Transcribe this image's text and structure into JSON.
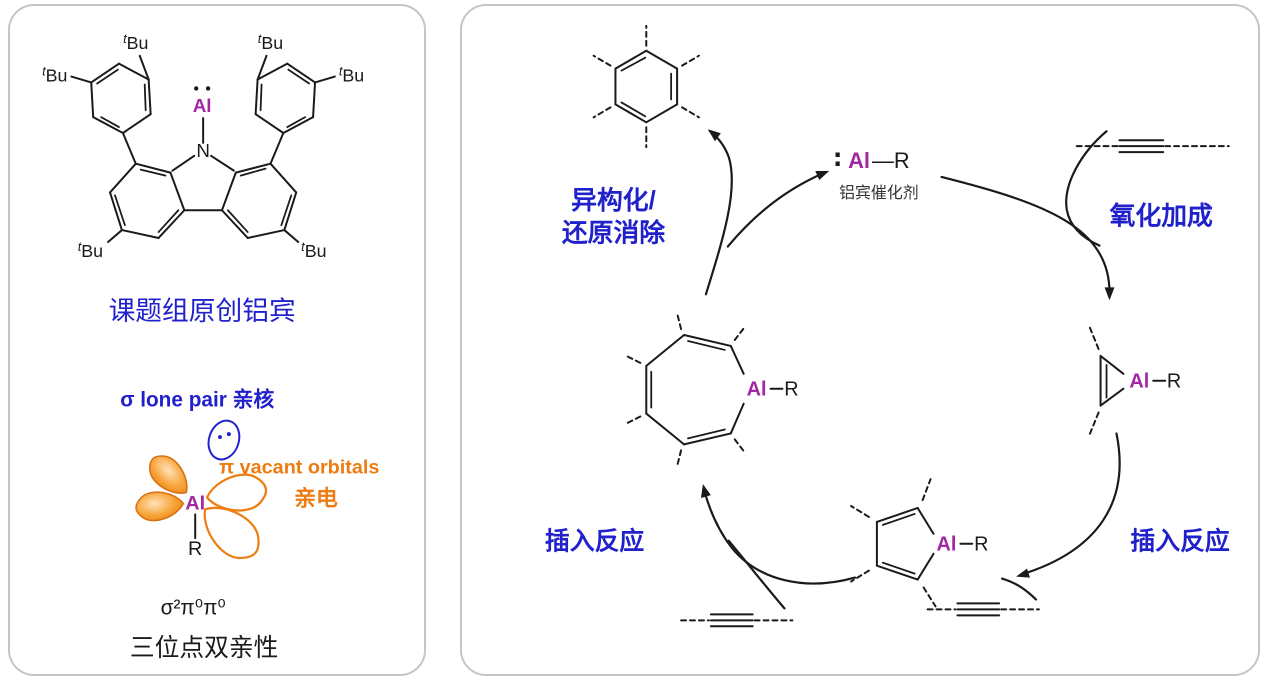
{
  "left_panel": {
    "structure": {
      "tbu": {
        "sup": "t",
        "base": "Bu"
      },
      "al": "Al",
      "n": "N"
    },
    "title": "课题组原创铝宾",
    "orbital": {
      "sigma_label": "σ lone pair 亲核",
      "pi_label": "π vacant orbitals",
      "electrophile_label": "亲电",
      "al": "Al",
      "r": "R",
      "configuration": "σ²π⁰π⁰"
    },
    "footer": "三位点双亲性"
  },
  "right_panel": {
    "catalyst": {
      "lone_pair": "∶",
      "al": "Al",
      "bond_r": "—R",
      "caption": "铝宾催化剂"
    },
    "labels": {
      "oxidative_addition": "氧化加成",
      "insertion_right": "插入反应",
      "insertion_left": "插入反应",
      "isomerization": "异构化/",
      "reductive_elimination": "还原消除"
    },
    "intermediates": {
      "alumacyclopropene": {
        "al": "Al",
        "r": "R"
      },
      "alumacyclopentadiene": {
        "al": "Al",
        "r": "R"
      },
      "alumacycloheptatriene": {
        "al": "Al",
        "r": "R"
      }
    }
  },
  "colors": {
    "blue": "#2121cc",
    "magenta": "#a326a3",
    "orange": "#ed7d12",
    "bond_black": "#1a1a1a",
    "panel_border": "#c5c5c5"
  }
}
